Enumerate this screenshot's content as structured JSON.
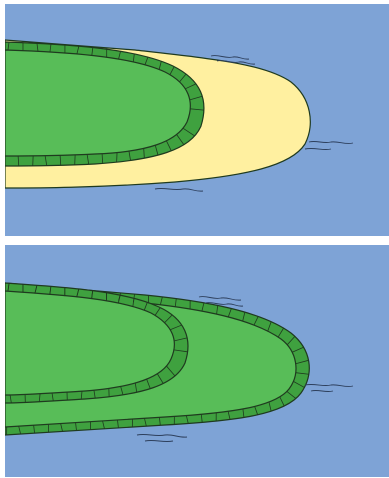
{
  "colors": {
    "water": "#7ea3d6",
    "sand": "#fff0a0",
    "land_fill": "#58bd58",
    "land_band": "#3fa13f",
    "outline": "#1f3a1f",
    "ripple": "#2d3f5c"
  },
  "panels": [
    {
      "id": "before",
      "features": [
        "water",
        "sand-spit",
        "reclaimed-land",
        "seawall",
        "ripple-lines"
      ]
    },
    {
      "id": "after",
      "features": [
        "water",
        "new-reclaimed-land",
        "existing-reclaimed-land",
        "seawall",
        "ripple-lines"
      ]
    }
  ]
}
